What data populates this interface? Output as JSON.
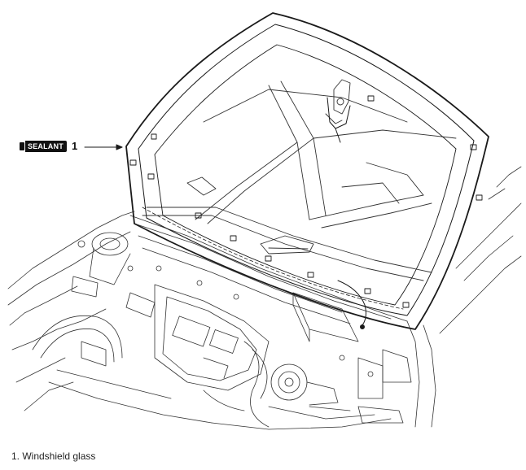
{
  "figure": {
    "sealant_label": "SEALANT",
    "callout_number": "1",
    "caption": "1. Windshield glass",
    "colors": {
      "line": "#1a1a1a",
      "background": "#ffffff"
    },
    "icons": [
      "sealant-tube-icon",
      "callout-arrow-icon"
    ]
  }
}
